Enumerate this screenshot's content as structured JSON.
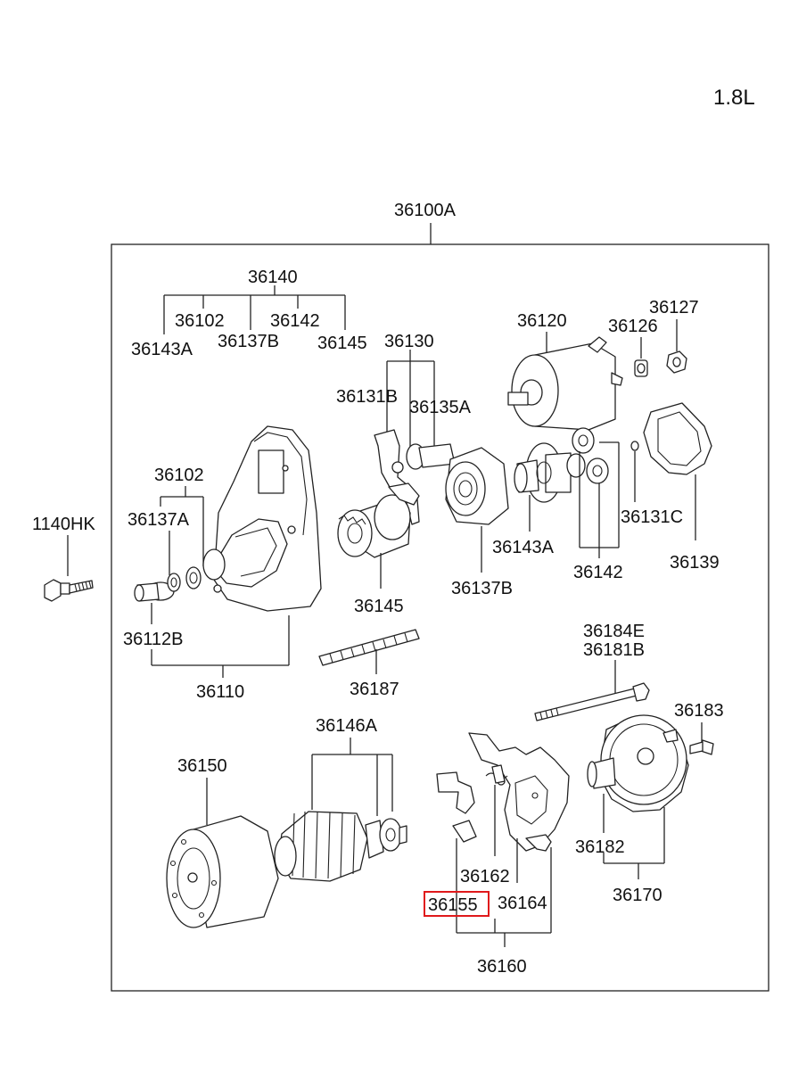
{
  "engine": "1.8L",
  "assembly": "36100A",
  "callouts": {
    "c36140": "36140",
    "c36102_top": "36102",
    "c36142_top": "36142",
    "c36143A_top": "36143A",
    "c36137B_top": "36137B",
    "c36145_top": "36145",
    "c36130": "36130",
    "c36131B": "36131B",
    "c36135A": "36135A",
    "c36120": "36120",
    "c36126": "36126",
    "c36127": "36127",
    "c36102_left": "36102",
    "c36137A": "36137A",
    "c1140HK": "1140HK",
    "c36112B": "36112B",
    "c36110": "36110",
    "c36145": "36145",
    "c36137B": "36137B",
    "c36143A": "36143A",
    "c36142": "36142",
    "c36131C": "36131C",
    "c36139": "36139",
    "c36184E": "36184E",
    "c36181B": "36181B",
    "c36187": "36187",
    "c36183": "36183",
    "c36146A": "36146A",
    "c36150": "36150",
    "c36162": "36162",
    "c36155": "36155",
    "c36164": "36164",
    "c36160": "36160",
    "c36182": "36182",
    "c36170": "36170"
  },
  "highlighted_part": "36155",
  "colors": {
    "line": "#222222",
    "highlight": "#e0191b",
    "background": "#ffffff"
  }
}
